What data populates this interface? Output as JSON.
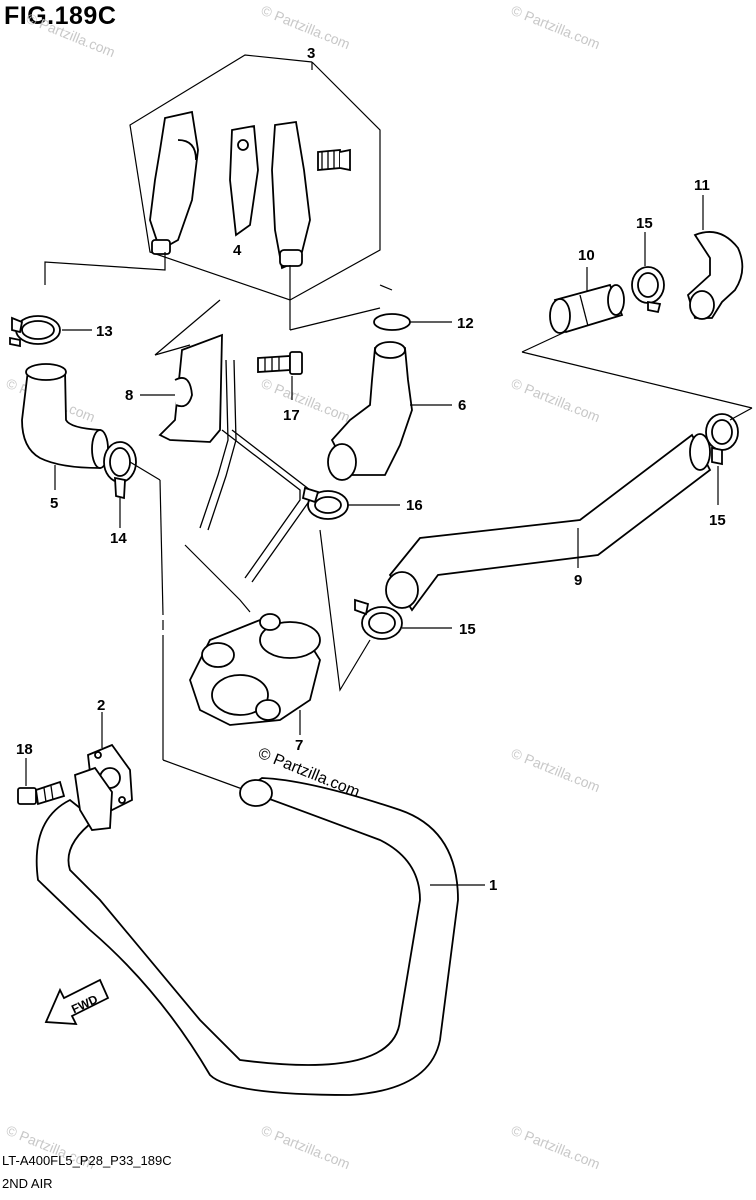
{
  "figure": {
    "title": "FIG.189C",
    "drawing_code": "LT-A400FL5_P28_P33_189C",
    "section_title": "2ND AIR",
    "copyright": "© Partzilla.com",
    "watermark_text": "© Partzilla.com",
    "direction_label": "FWD"
  },
  "callouts": [
    "1",
    "2",
    "3",
    "4",
    "5",
    "6",
    "7",
    "8",
    "9",
    "10",
    "11",
    "12",
    "13",
    "14",
    "15",
    "15",
    "15",
    "16",
    "17",
    "18"
  ]
}
